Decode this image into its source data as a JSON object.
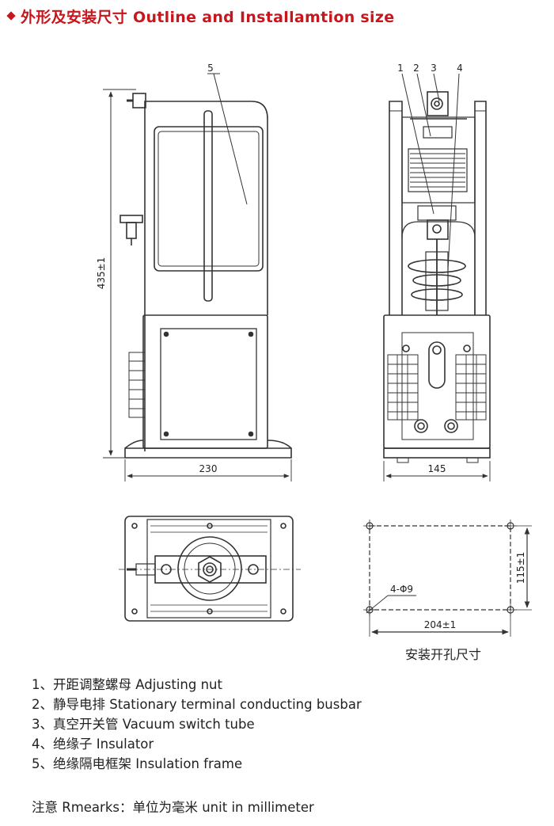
{
  "header": {
    "title": "外形及安装尺寸 Outline and Installamtion size",
    "accent_color": "#c8161d",
    "icon": "diamond-bullet-icon"
  },
  "diagram": {
    "side_view": {
      "callout": "5",
      "height_dim": "435±1",
      "width_dim": "230"
    },
    "front_view": {
      "callouts": [
        "1",
        "2",
        "3",
        "4"
      ],
      "width_dim": "145"
    },
    "mount_hole": {
      "hole_note": "4-Φ9",
      "height_dim": "115±1",
      "width_dim": "204±1",
      "caption": "安装开孔尺寸"
    }
  },
  "legend": [
    "1、开距调整螺母 Adjusting nut",
    "2、静导电排 Stationary terminal conducting busbar",
    "3、真空开关管 Vacuum switch tube",
    "4、绝缘子 Insulator",
    "5、绝缘隔电框架 Insulation frame"
  ],
  "remarks": "注意 Rmearks：单位为毫米 unit in millimeter"
}
